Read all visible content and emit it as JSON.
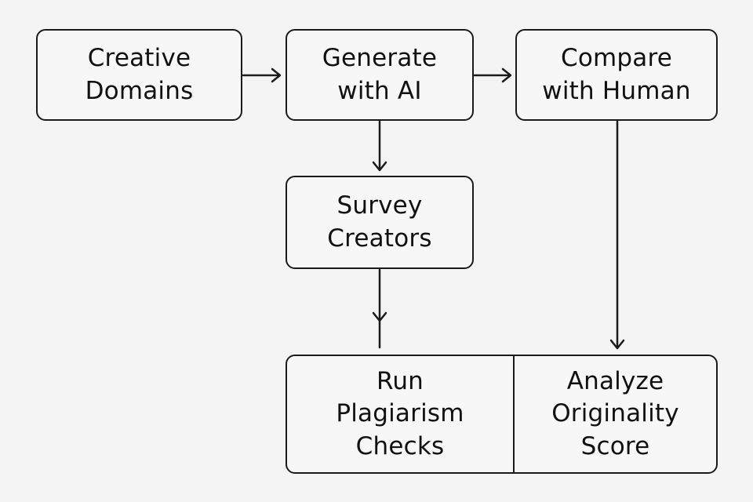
{
  "nodes": {
    "creative_domains": "Creative\nDomains",
    "generate_with_ai": "Generate\nwith AI",
    "compare_with_human": "Compare\nwith Human",
    "survey_creators": "Survey\nCreators",
    "run_plagiarism_checks": "Run\nPlagiarism\nChecks",
    "analyze_originality_score": "Analyze\nOriginality\nScore"
  },
  "edges": [
    {
      "from": "creative_domains",
      "to": "generate_with_ai"
    },
    {
      "from": "generate_with_ai",
      "to": "compare_with_human"
    },
    {
      "from": "generate_with_ai",
      "to": "survey_creators"
    },
    {
      "from": "survey_creators",
      "to": "run_plagiarism_checks"
    },
    {
      "from": "compare_with_human",
      "to": "analyze_originality_score"
    }
  ]
}
